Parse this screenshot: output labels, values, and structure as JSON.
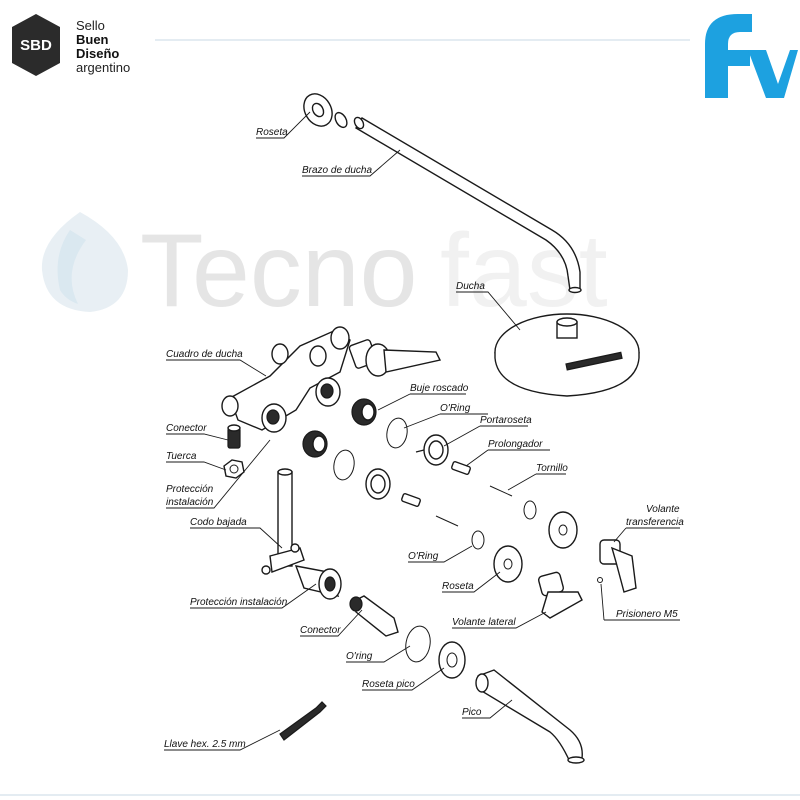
{
  "header": {
    "sbd_badge": "SBD",
    "sbd_lines": [
      "Sello",
      "Buen",
      "Diseño",
      "argentino"
    ],
    "brand_logo": "fv",
    "brand_color": "#1da1e0"
  },
  "watermark": {
    "word_main": "Tecno",
    "word_light": "fast"
  },
  "labels": {
    "roseta_top": "Roseta",
    "brazo": "Brazo de ducha",
    "ducha": "Ducha",
    "cuadro": "Cuadro de ducha",
    "buje": "Buje roscado",
    "oring_1": "O'Ring",
    "portaroseta": "Portaroseta",
    "prolongador": "Prolongador",
    "tornillo": "Tornillo",
    "conector_1": "Conector",
    "tuerca": "Tuerca",
    "proteccion_1a": "Protección",
    "proteccion_1b": "instalación",
    "volante_transf_a": "Volante",
    "volante_transf_b": "transferencia",
    "codo": "Codo bajada",
    "oring_2": "O'Ring",
    "roseta_mid": "Roseta",
    "prisionero": "Prisionero M5",
    "proteccion_2": "Protección instalación",
    "volante_lateral": "Volante lateral",
    "conector_2": "Conector",
    "oring_3": "O'ring",
    "roseta_pico": "Roseta pico",
    "pico": "Pico",
    "llave": "Llave hex. 2.5 mm"
  }
}
